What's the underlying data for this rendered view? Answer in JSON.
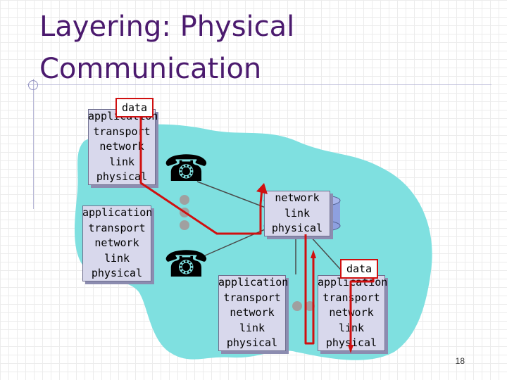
{
  "slide": {
    "title_line1": "Layering: Physical",
    "title_line2": "Communication",
    "page_number": "18"
  },
  "stacks": {
    "top_left": [
      "application",
      "transport",
      "network",
      "link",
      "physical"
    ],
    "bottom_left": [
      "application",
      "transport",
      "network",
      "link",
      "physical"
    ],
    "middle": [
      "network",
      "link",
      "physical"
    ],
    "bottom_middle": [
      "application",
      "transport",
      "network",
      "link",
      "physical"
    ],
    "bottom_right": [
      "application",
      "transport",
      "network",
      "link",
      "physical"
    ]
  },
  "data_labels": {
    "source": "data",
    "destination": "data"
  },
  "icons": {
    "phone": "telephone-icon",
    "host_dots": "host-dot-icon"
  },
  "colors": {
    "title": "#4b1a6e",
    "network_cloud": "#7fe0e0",
    "path": "#d01010",
    "stack_face": "#d8d8ec",
    "router": "#8ea0e0"
  }
}
